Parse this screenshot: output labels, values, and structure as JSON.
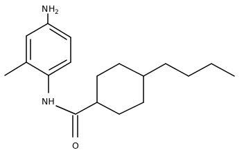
{
  "molecule": {
    "atom_labels": {
      "amine_n": "N",
      "amine_h": "H",
      "amine_sub": "2",
      "amide_nh": "NH",
      "carbonyl_o": "O"
    },
    "line_color": "#000000",
    "background_color": "#ffffff"
  }
}
